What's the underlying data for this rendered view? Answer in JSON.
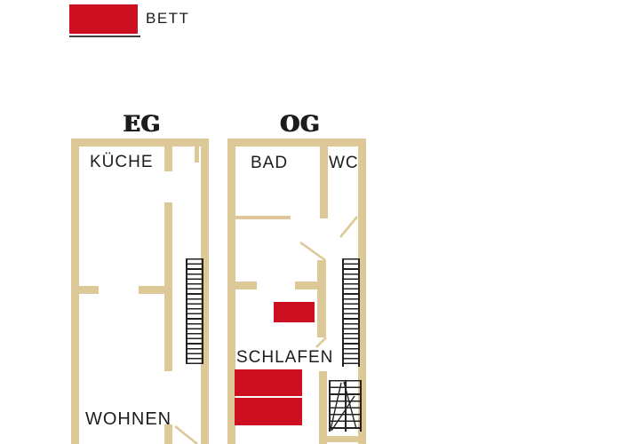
{
  "legend": {
    "label": "BETT",
    "swatch_color": "#cc1022"
  },
  "floors": [
    {
      "title": "EG",
      "rooms": [
        {
          "label": "KÜCHE"
        },
        {
          "label": "WOHNEN"
        }
      ]
    },
    {
      "title": "OG",
      "rooms": [
        {
          "label": "BAD"
        },
        {
          "label": "WC"
        },
        {
          "label": "SCHLAFEN"
        }
      ]
    }
  ],
  "beds": {
    "count": 3,
    "legend_meaning": "BETT"
  },
  "colors": {
    "background": "#ffffff",
    "wall": "#ddc897",
    "bed": "#cc1022",
    "text": "#1c1c1c",
    "stair_line": "#222222",
    "legend_underline": "#3d3d3d"
  }
}
